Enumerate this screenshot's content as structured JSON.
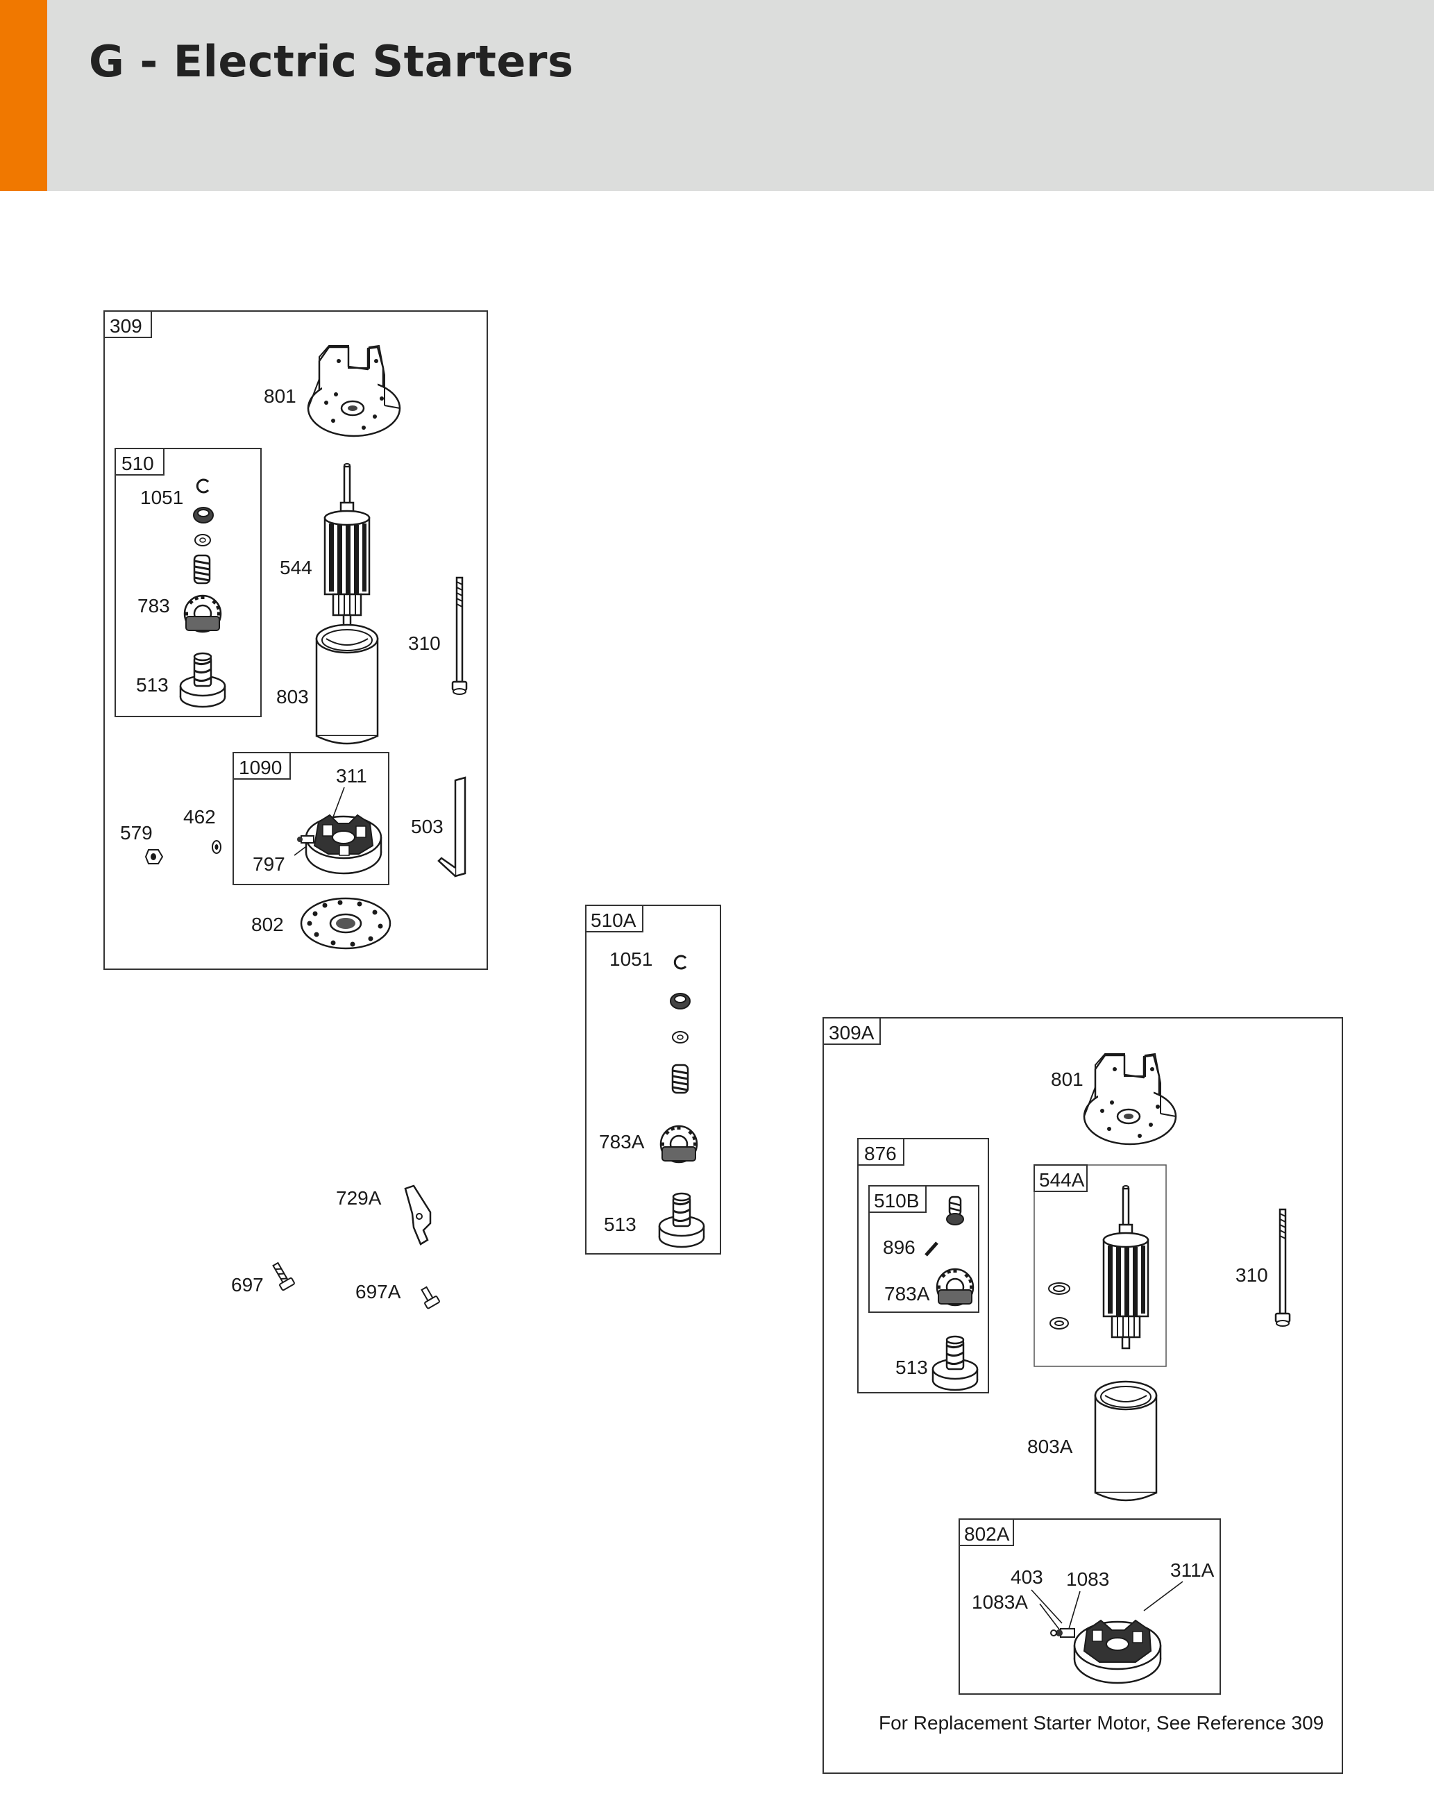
{
  "page": {
    "title": "G - Electric Starters",
    "accent_color": "#f07800",
    "header_color": "#dcdddc"
  },
  "assembly_309": {
    "tag": "309",
    "sub_510": {
      "tag": "510",
      "labels": {
        "c1051": "1051",
        "c783": "783",
        "c513": "513"
      }
    },
    "sub_1090": {
      "tag": "1090",
      "labels": {
        "c311": "311",
        "c797": "797"
      }
    },
    "labels": {
      "c801": "801",
      "c544": "544",
      "c310": "310",
      "c803": "803",
      "c579": "579",
      "c462": "462",
      "c503": "503",
      "c802": "802"
    }
  },
  "loose_parts": {
    "labels": {
      "c729A": "729A",
      "c697": "697",
      "c697A": "697A"
    }
  },
  "assembly_510A": {
    "tag": "510A",
    "labels": {
      "c1051": "1051",
      "c783A": "783A",
      "c513": "513"
    }
  },
  "assembly_309A": {
    "tag": "309A",
    "labels": {
      "c801": "801",
      "c310": "310",
      "c803A": "803A"
    },
    "sub_876": {
      "tag": "876",
      "sub_510B": {
        "tag": "510B",
        "labels": {
          "c896": "896",
          "c783A": "783A"
        }
      },
      "labels": {
        "c513": "513"
      }
    },
    "sub_544A": {
      "tag": "544A"
    },
    "sub_802A": {
      "tag": "802A",
      "labels": {
        "c403": "403",
        "c1083": "1083",
        "c1083A": "1083A",
        "c311A": "311A"
      }
    },
    "note": "For Replacement Starter Motor, See Reference 309"
  }
}
